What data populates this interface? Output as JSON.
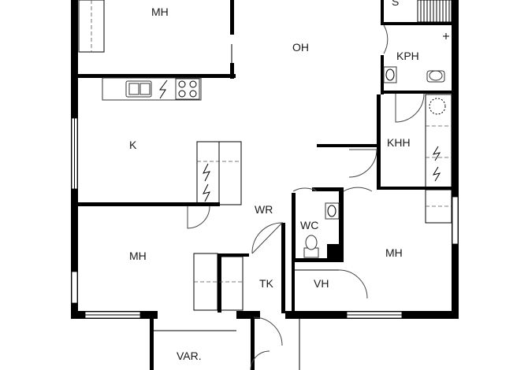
{
  "rooms": {
    "mh_top": "MH",
    "oh": "OH",
    "s": "S",
    "kph": "KPH",
    "k": "K",
    "khh": "KHH",
    "wr": "WR",
    "wc": "WC",
    "mh_left": "MH",
    "mh_right": "MH",
    "tk": "TK",
    "vh": "VH",
    "var": "VAR."
  },
  "icons": {
    "electric": "lightning-icon"
  }
}
